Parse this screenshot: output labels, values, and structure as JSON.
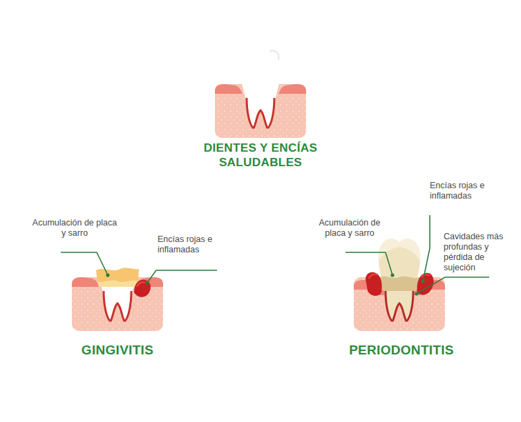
{
  "diagram": {
    "nodes": [
      {
        "text": [
          "DIENTES Y ENCÍAS SALUDABLES"
        ]
      },
      {
        "text": [
          "GINGIVITIS"
        ]
      },
      {
        "text": [
          "PERIODONTITIS"
        ]
      }
    ],
    "labels": [
      "Acumulación de placa y sarro",
      "Encías rojas e inflamadas",
      "Encías rojas e inflamadas",
      "Acumulación de placa y sarro",
      "Cavidades más profundas y pérdida de sujeción"
    ]
  }
}
